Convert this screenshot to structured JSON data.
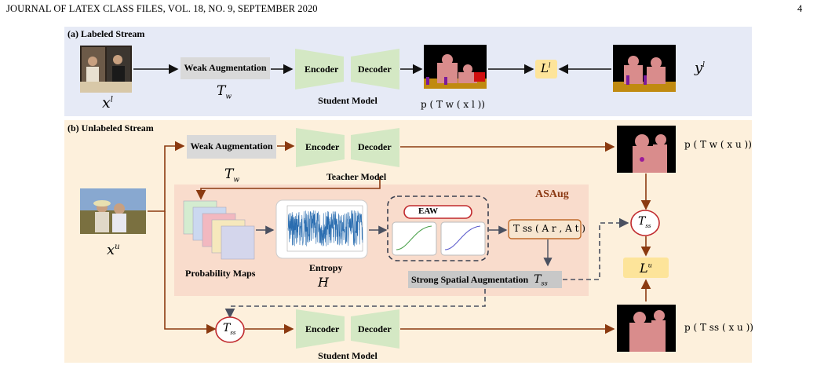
{
  "header": {
    "journal": "JOURNAL OF LATEX CLASS FILES, VOL. 18, NO. 9, SEPTEMBER 2020",
    "page": "4"
  },
  "panel_a": {
    "title": "(a) Labeled Stream",
    "input_label": "x",
    "input_sup": "l",
    "weak_aug": "Weak Augmentation",
    "tw_label": "T",
    "tw_sub": "w",
    "encoder": "Encoder",
    "decoder": "Decoder",
    "model_label": "Student Model",
    "pred_label": "p ( T w ( x l ))",
    "loss_label": "L",
    "loss_sup": "l",
    "gt_label": "y",
    "gt_sup": "l"
  },
  "panel_b": {
    "title": "(b) Unlabeled Stream",
    "input_label": "x",
    "input_sup": "u",
    "weak_aug": "Weak Augmentation",
    "tw_label": "T",
    "tw_sub": "w",
    "encoder_top": "Encoder",
    "decoder_top": "Decoder",
    "teacher_label": "Teacher Model",
    "teacher_pred": "p ( T w ( x u ))",
    "asaug_title": "ASAug",
    "prob_maps": "Probability Maps",
    "entropy": "Entropy",
    "entropy_sym": "H",
    "eaw": "EAW",
    "tss_params": "T ss ( A r , A t )",
    "ssa": "Strong Spatial Augmentation",
    "tss_sym": "T",
    "tss_sub": "ss",
    "loss_label": "L",
    "loss_sup": "u",
    "encoder_bottom": "Encoder",
    "decoder_bottom": "Decoder",
    "student_label": "Student Model",
    "student_pred": "p ( T ss ( x u ))"
  },
  "colors": {
    "panel_a_bg": "#e6eaf6",
    "panel_b_bg": "#fdf0dc",
    "asaug_bg": "#f9dccc",
    "arrow_brown": "#8b3a10",
    "model_green": "#d4e8c4",
    "loss_yellow": "#fde49a",
    "tss_circle": "#c0282c"
  }
}
